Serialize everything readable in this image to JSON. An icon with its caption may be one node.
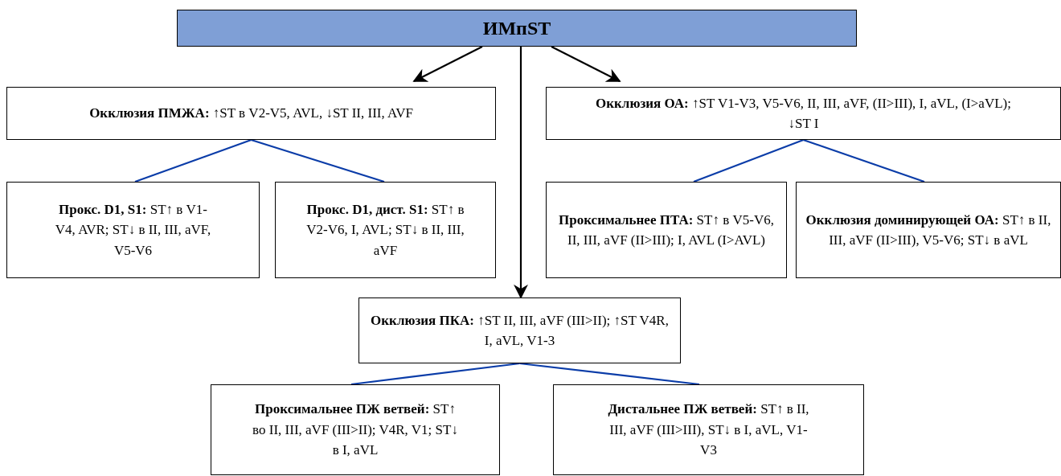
{
  "diagram": {
    "nodes": [
      {
        "text": [
          "ИМпST"
        ]
      },
      {
        "text": [
          "**Окклюзия ПМЖА:** ↑ST в V2-V5, AVL, ↓ST II, III, AVF"
        ]
      },
      {
        "text": [
          "**Окклюзия ОА:** ↑ST V1-V3, V5-V6, II, III, aVF, (II>III), I, aVL, (I>aVL); ↓ST I"
        ]
      },
      {
        "text": [
          "**Прокс. D1, S1:** ST↑ в V1-V4, AVR; ST↓ в II, III, aVF, V5-V6"
        ]
      },
      {
        "text": [
          "**Прокс. D1, дист. S1:** ST↑ в V2-V6, I, AVL; ST↓ в II, III, aVF"
        ]
      },
      {
        "text": [
          "**Проксимальнее ПТА:** ST↑ в V5-V6, II, III, aVF (II>III); I, AVL (I>AVL)"
        ]
      },
      {
        "text": [
          "**Окклюзия доминирующей ОА:** ST↑ в II, III, aVF (II>III), V5-V6; ST↓ в aVL"
        ]
      },
      {
        "text": [
          "**Окклюзия ПКА:** ↑ST II, III, aVF (III>II); ↑ST V4R, I, aVL, V1-3"
        ]
      },
      {
        "text": [
          "**Проксимальнее ПЖ ветвей:** ST↑ во II, III, aVF (III>II); V4R, V1; ST↓ в I, aVL"
        ]
      },
      {
        "text": [
          "**Дистальнее ПЖ ветвей:** ST↑ в II, III, aVF (III>III), ST↓ в I, aVL, V1-V3"
        ]
      }
    ],
    "edges": [
      {
        "from": 0,
        "to": 1,
        "arrow": "to",
        "color": "#000000"
      },
      {
        "from": 0,
        "to": 2,
        "arrow": "to",
        "color": "#000000"
      },
      {
        "from": 0,
        "to": 7,
        "arrow": "to",
        "color": "#000000"
      },
      {
        "from": 1,
        "to": 3,
        "arrow": "none"
      },
      {
        "from": 1,
        "to": 4,
        "arrow": "none"
      },
      {
        "from": 2,
        "to": 5,
        "arrow": "none"
      },
      {
        "from": 2,
        "to": 6,
        "arrow": "none"
      },
      {
        "from": 7,
        "to": 8,
        "arrow": "none"
      },
      {
        "from": 7,
        "to": 9,
        "arrow": "none"
      }
    ]
  }
}
